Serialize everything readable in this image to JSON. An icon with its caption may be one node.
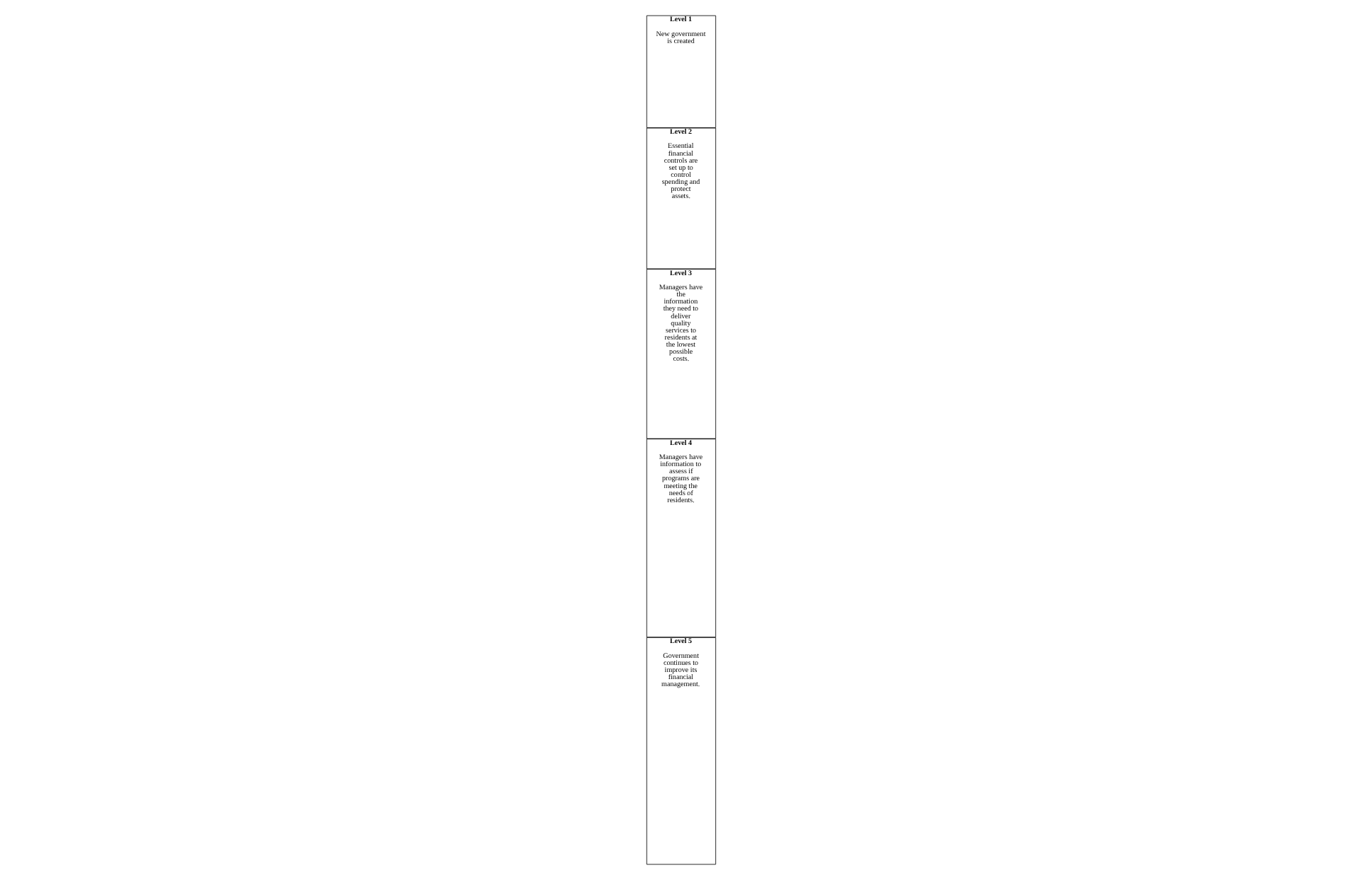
{
  "diagram": {
    "nodes": [
      {
        "text": [
          "Level 1",
          "New government is created"
        ]
      },
      {
        "text": [
          "Level 2",
          "Essential financial controls are set up to control spending and protect assets."
        ]
      },
      {
        "text": [
          "Level 3",
          "Managers have the information they need to deliver quality services to residents at the lowest possible costs."
        ]
      },
      {
        "text": [
          "Level 4",
          "Managers have information to assess if programs are meeting the needs of residents."
        ]
      },
      {
        "text": [
          "Level 5",
          "Government continues to improve its financial management."
        ]
      }
    ],
    "edges": []
  }
}
